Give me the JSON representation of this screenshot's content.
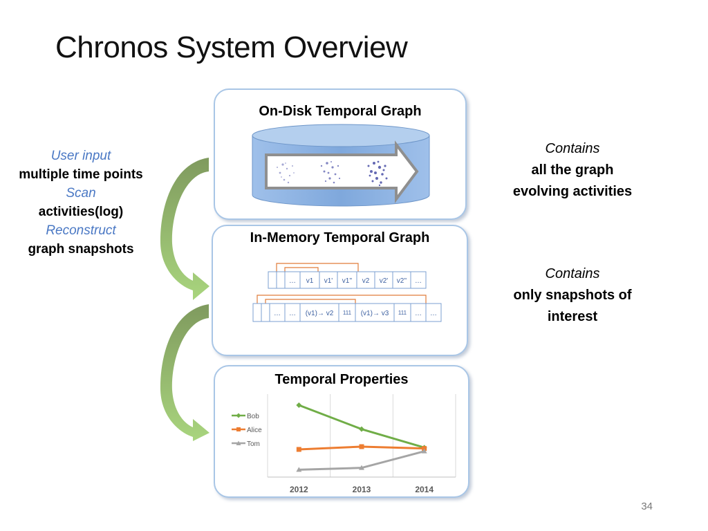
{
  "slide": {
    "title": "Chronos System Overview",
    "page_number": "34"
  },
  "left_note": {
    "line1": "User input",
    "line2": "multiple time points",
    "line3": "Scan",
    "line4": "activities(log)",
    "line5": "Reconstruct",
    "line6": "graph snapshots"
  },
  "right_note_1": {
    "line1": "Contains",
    "line2": "all the graph",
    "line3": "evolving activities"
  },
  "right_note_2": {
    "line1": "Contains",
    "line2": "only snapshots of",
    "line3": "interest"
  },
  "panels": {
    "disk_title": "On-Disk Temporal Graph",
    "memory_title": "In-Memory Temporal Graph",
    "properties_title": "Temporal Properties"
  },
  "memory": {
    "row1": [
      "…",
      "v1",
      "v1'",
      "v1''",
      "v2",
      "v2'",
      "v2''",
      "…"
    ],
    "row2": [
      "…",
      "…",
      "(v1)→ v2",
      "111",
      "(v1)→ v3",
      "111",
      "…",
      "…"
    ]
  },
  "chart_data": {
    "type": "line",
    "categories": [
      "2012",
      "2013",
      "2014"
    ],
    "series": [
      {
        "name": "Bob",
        "values": [
          3.9,
          2.6,
          1.6
        ],
        "color": "#70ad47"
      },
      {
        "name": "Alice",
        "values": [
          1.5,
          1.65,
          1.55
        ],
        "color": "#ed7d31"
      },
      {
        "name": "Tom",
        "values": [
          0.4,
          0.5,
          1.4
        ],
        "color": "#a5a5a5"
      }
    ],
    "ylim": [
      0,
      4.5
    ],
    "legend_position": "left",
    "title": "",
    "xlabel": "",
    "ylabel": ""
  },
  "colors": {
    "arrow_green": "#8fbe6a",
    "panel_border": "#a9c6e6",
    "cylinder_blue": "#7fa8dc",
    "pointer_orange": "#e07b39"
  }
}
